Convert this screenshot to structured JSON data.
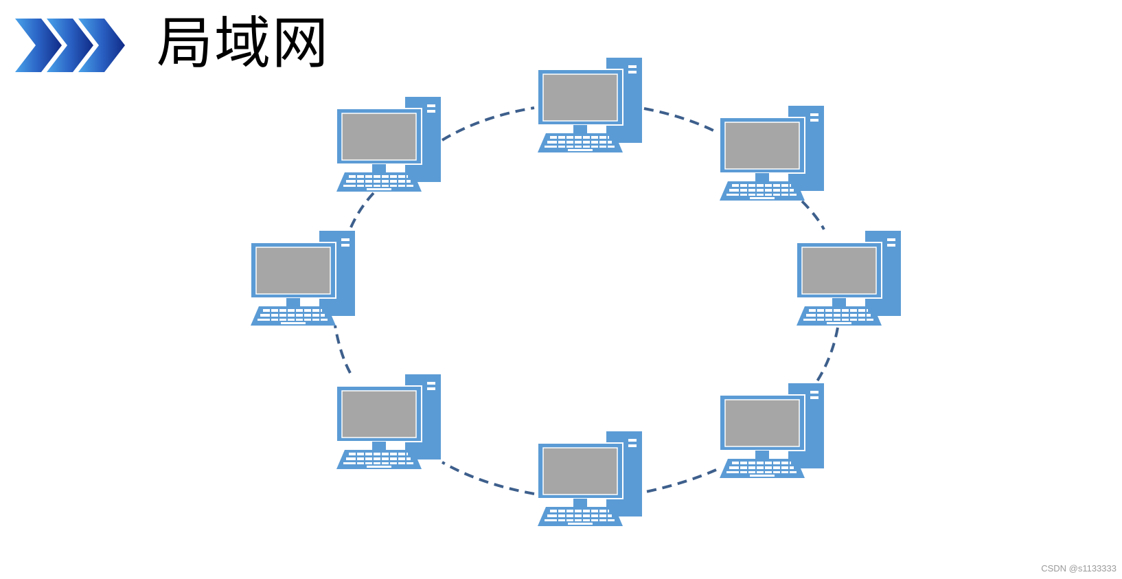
{
  "header": {
    "title": "局域网",
    "icon": "chevron-arrows-icon",
    "arrow_colors": [
      "#3f8fe0",
      "#2a5fbf",
      "#14328f"
    ]
  },
  "diagram": {
    "type": "ring-network",
    "node_icon": "desktop-computer-icon",
    "node_count": 8,
    "nodes": [
      {
        "id": "top"
      },
      {
        "id": "upper-right"
      },
      {
        "id": "right"
      },
      {
        "id": "lower-right"
      },
      {
        "id": "bottom"
      },
      {
        "id": "lower-left"
      },
      {
        "id": "left"
      },
      {
        "id": "upper-left"
      }
    ],
    "link_style": "dashed",
    "colors": {
      "link": "#3d5f8c",
      "computer_body": "#5b9bd5",
      "screen": "#a6a6a6",
      "screen_border": "#ffffff"
    }
  },
  "watermark": "CSDN @s1133333"
}
